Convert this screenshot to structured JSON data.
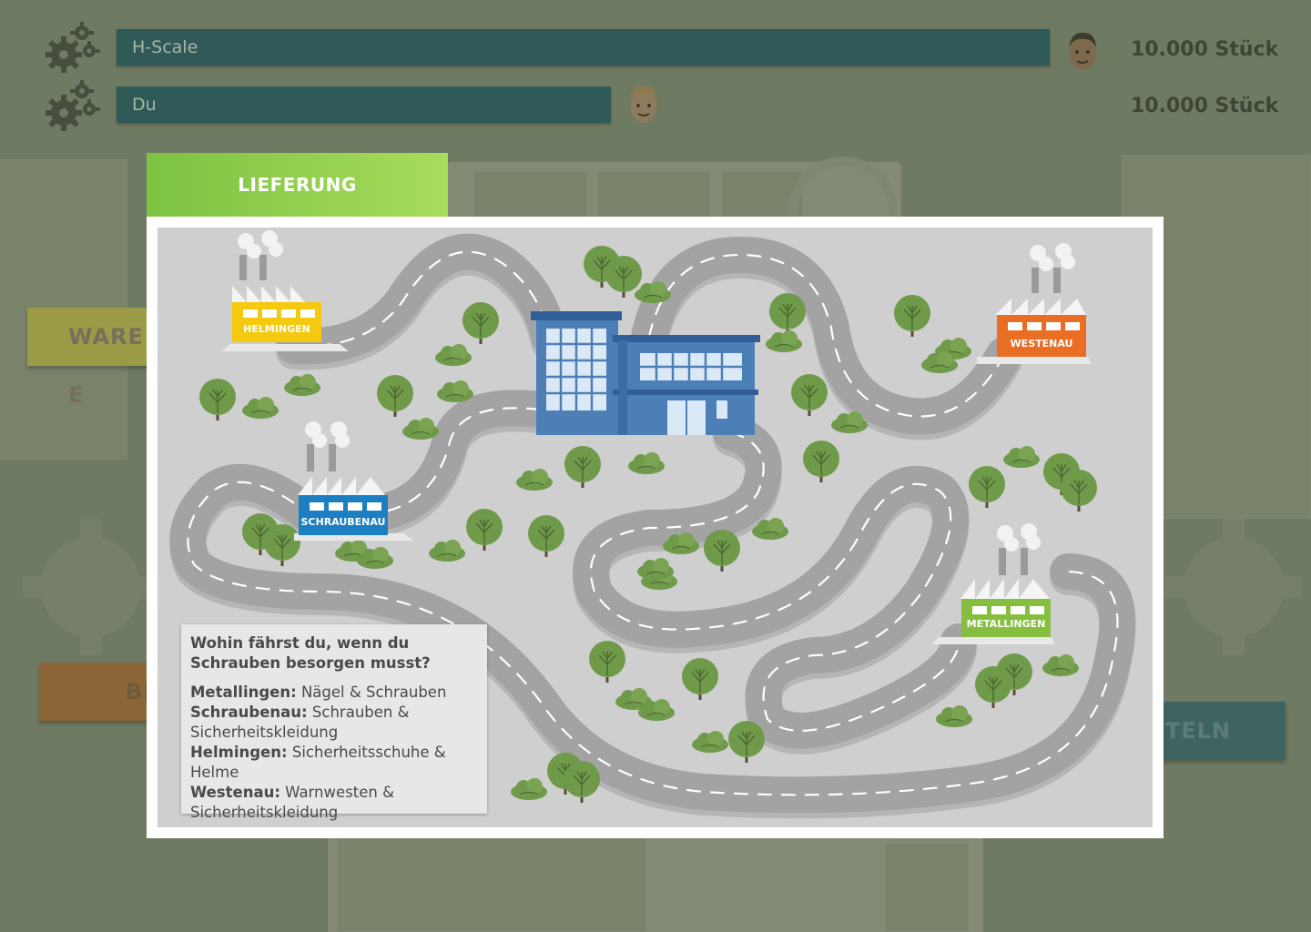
{
  "players": [
    {
      "name": "H-Scale",
      "count": "10.000 Stück",
      "progress": 1.0
    },
    {
      "name": "Du",
      "count": "10.000 Stück",
      "progress": 0.53
    }
  ],
  "background_buttons": {
    "left_top": "WARE E",
    "left_bottom": "BE",
    "right": "TELN"
  },
  "modal": {
    "tab_label": "LIEFERUNG"
  },
  "factories": {
    "helmingen": {
      "label": "HELMINGEN",
      "color": "#f4c90f"
    },
    "westenau": {
      "label": "WESTENAU",
      "color": "#ea6d24"
    },
    "schraubenau": {
      "label": "SCHRAUBENAU",
      "color": "#1b7fc1"
    },
    "metallingen": {
      "label": "METALLINGEN",
      "color": "#86bf3f"
    }
  },
  "info": {
    "question": "Wohin fährst du, wenn du Schrauben besorgen musst?",
    "entries": [
      {
        "town": "Metallingen:",
        "goods": " Nägel & Schrauben"
      },
      {
        "town": "Schraubenau:",
        "goods": " Schrauben & Sicherheitskleidung"
      },
      {
        "town": "Helmingen:",
        "goods": " Sicherheitsschuhe & Helme"
      },
      {
        "town": "Westenau:",
        "goods": " Warnwesten & Sicherheitskleidung"
      }
    ]
  },
  "colors": {
    "overlay_bg": "#6f7a62",
    "bar": "#2f5a57",
    "road": "#a3a3a3",
    "map_bg": "#cfcfcf",
    "tree": "#6f9a4a",
    "building": "#4c7fb6"
  }
}
